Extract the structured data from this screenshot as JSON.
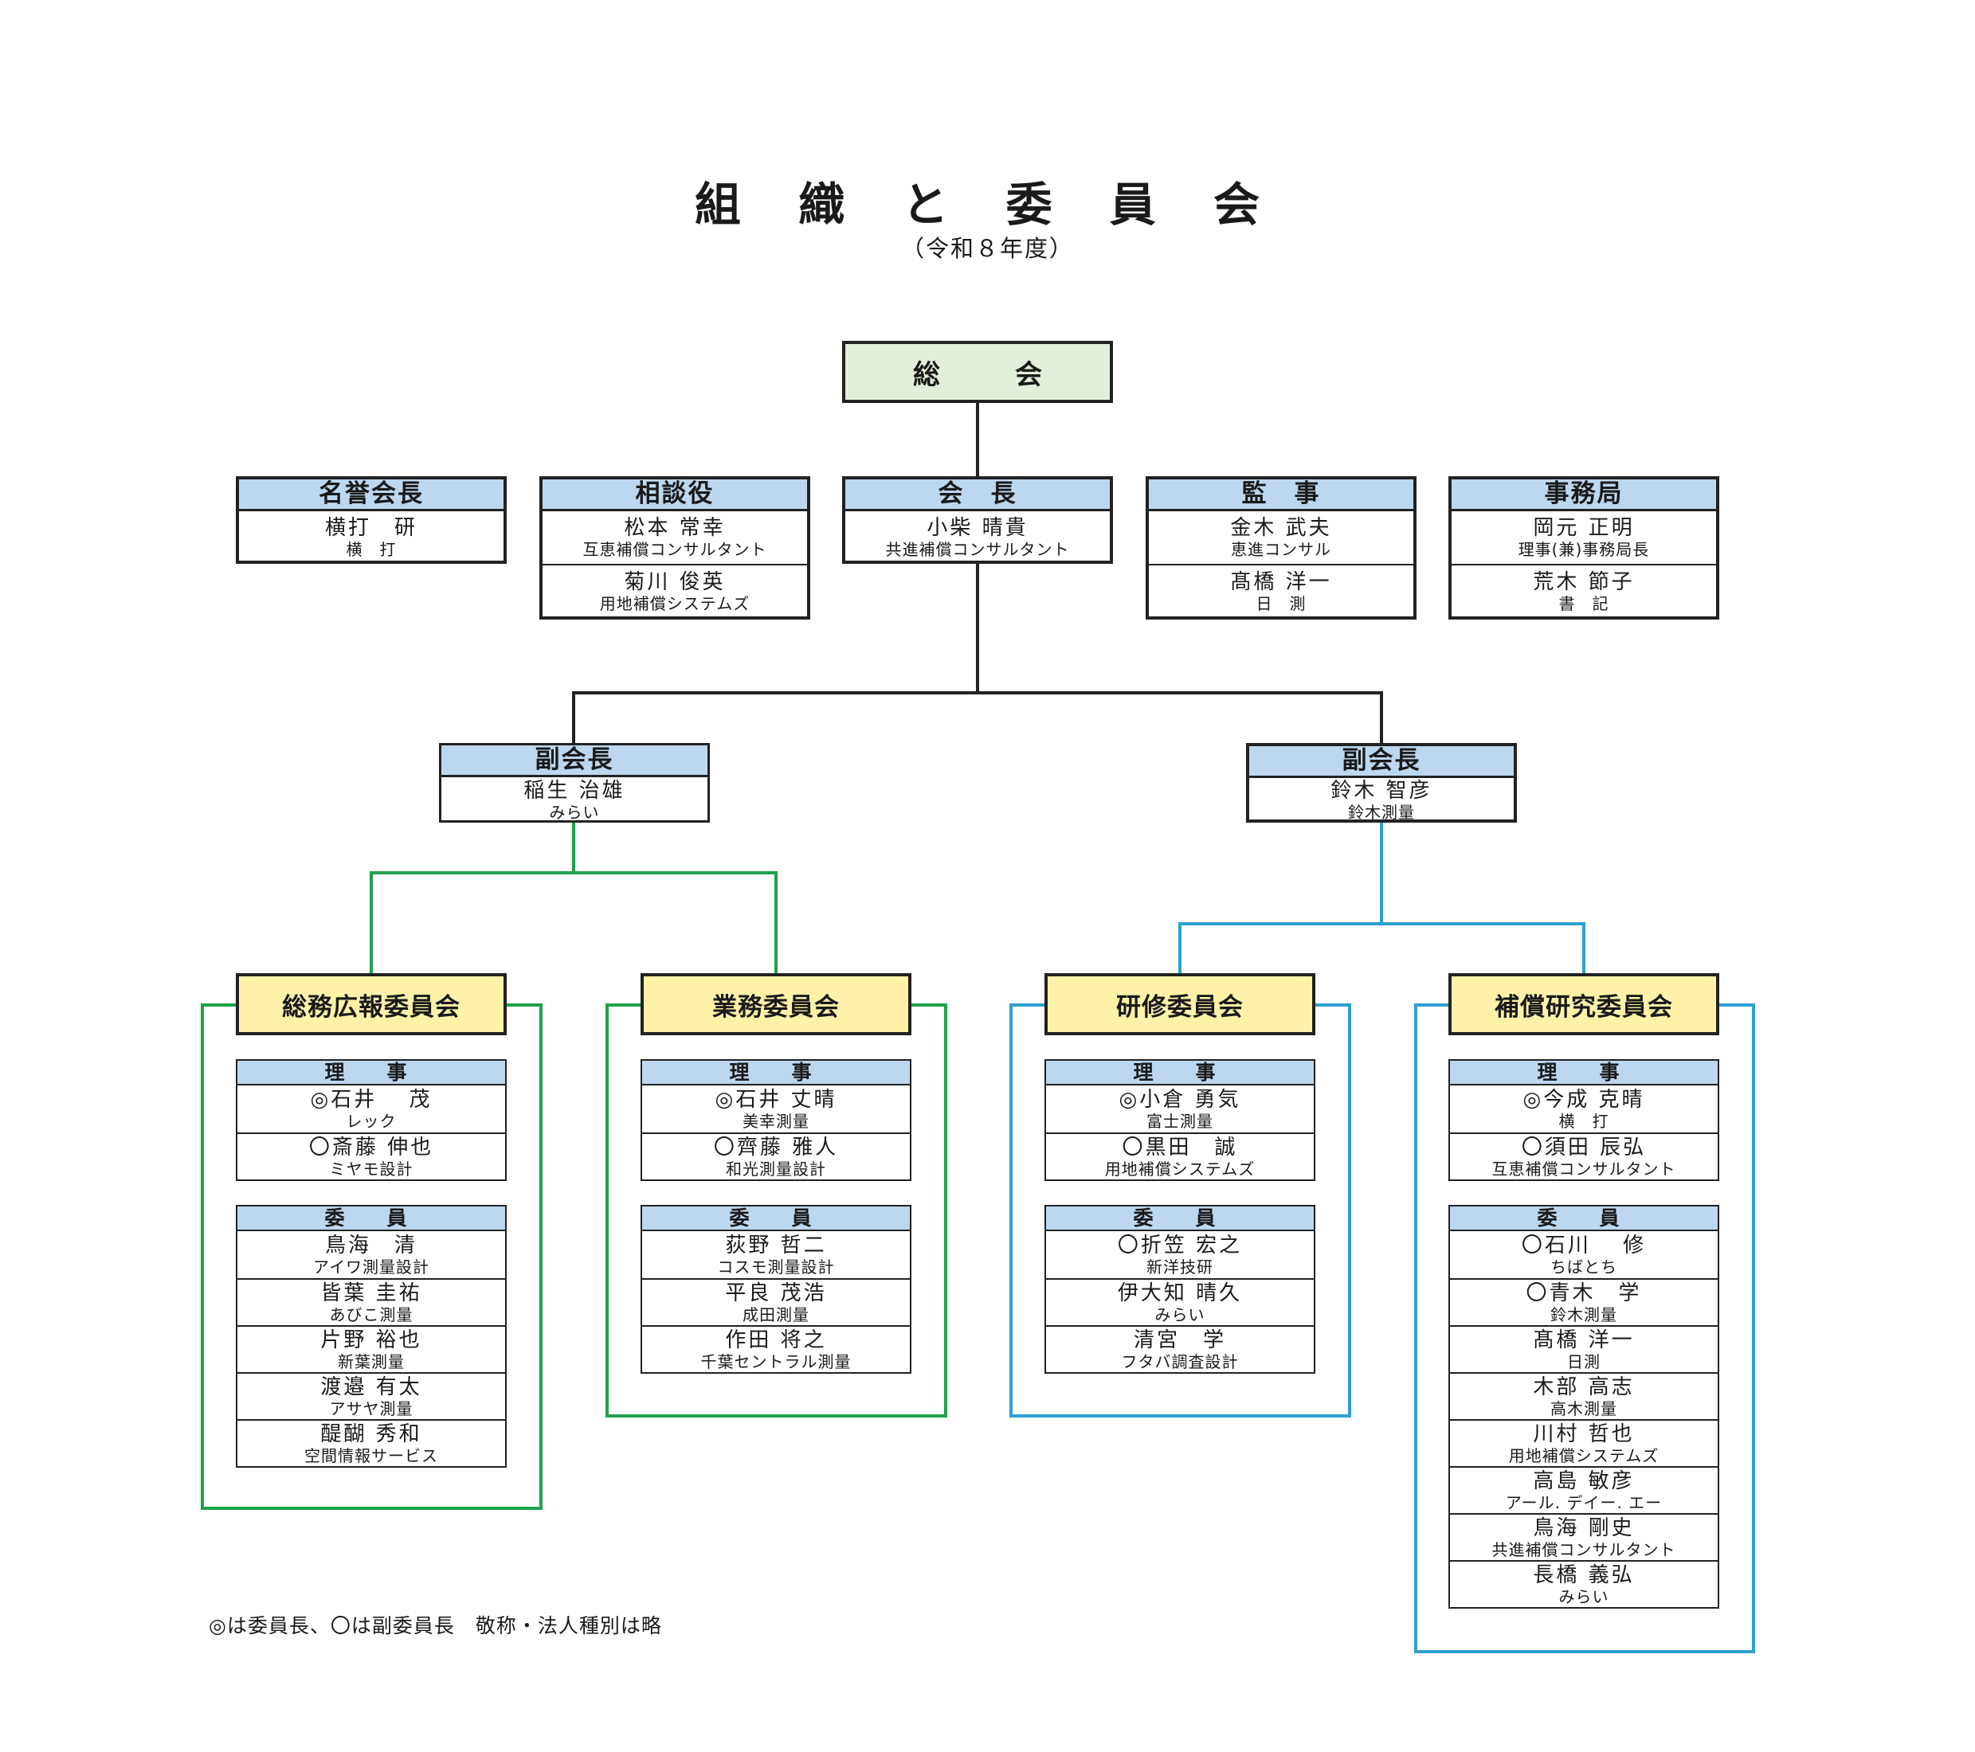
{
  "title": "組 織 と 委 員 会",
  "subtitle": "（令和８年度）",
  "general_assembly": "総　会",
  "colors": {
    "header_blue": "#bdd7ee",
    "general_green": "#e2efda",
    "committee_yellow": "#fff2a8",
    "line_green": "#1fa24a",
    "line_blue": "#2ea0d2",
    "line_black": "#222222"
  },
  "executives": {
    "honorary": {
      "title": "名誉会長",
      "members": [
        {
          "name": "横打　研",
          "affiliation": "横　打"
        }
      ]
    },
    "advisor": {
      "title": "相談役",
      "members": [
        {
          "name": "松本 常幸",
          "affiliation": "互恵補償コンサルタント"
        },
        {
          "name": "菊川 俊英",
          "affiliation": "用地補償システムズ"
        }
      ]
    },
    "president": {
      "title": "会　長",
      "members": [
        {
          "name": "小柴 晴貴",
          "affiliation": "共進補償コンサルタント"
        }
      ]
    },
    "auditor": {
      "title": "監　事",
      "members": [
        {
          "name": "金木 武夫",
          "affiliation": "恵進コンサル"
        },
        {
          "name": "髙橋 洋一",
          "affiliation": "日　測"
        }
      ]
    },
    "secretariat": {
      "title": "事務局",
      "members": [
        {
          "name": "岡元 正明",
          "affiliation": "理事(兼)事務局長"
        },
        {
          "name": "荒木 節子",
          "affiliation": "書　記"
        }
      ]
    }
  },
  "vice_presidents": [
    {
      "title": "副会長",
      "name": "稲生 治雄",
      "affiliation": "みらい"
    },
    {
      "title": "副会長",
      "name": "鈴木 智彦",
      "affiliation": "鈴木測量"
    }
  ],
  "committees": [
    {
      "name": "総務広報委員会",
      "directors_label": "理　事",
      "directors": [
        {
          "name": "◎石井　 茂",
          "affiliation": "レック"
        },
        {
          "name": "〇斎藤 伸也",
          "affiliation": "ミヤモ設計"
        }
      ],
      "members_label": "委　員",
      "members": [
        {
          "name": "鳥海　清",
          "affiliation": "アイワ測量設計"
        },
        {
          "name": "皆葉 圭祐",
          "affiliation": "あびこ測量"
        },
        {
          "name": "片野 裕也",
          "affiliation": "新葉測量"
        },
        {
          "name": "渡邉 有太",
          "affiliation": "アサヤ測量"
        },
        {
          "name": "醍醐 秀和",
          "affiliation": "空間情報サービス"
        }
      ]
    },
    {
      "name": "業務委員会",
      "directors_label": "理　事",
      "directors": [
        {
          "name": "◎石井 丈晴",
          "affiliation": "美幸測量"
        },
        {
          "name": "〇齊藤 雅人",
          "affiliation": "和光測量設計"
        }
      ],
      "members_label": "委　員",
      "members": [
        {
          "name": "荻野 哲二",
          "affiliation": "コスモ測量設計"
        },
        {
          "name": "平良 茂浩",
          "affiliation": "成田測量"
        },
        {
          "name": "作田 将之",
          "affiliation": "千葉セントラル測量"
        }
      ]
    },
    {
      "name": "研修委員会",
      "directors_label": "理　事",
      "directors": [
        {
          "name": "◎小倉 勇気",
          "affiliation": "富士測量"
        },
        {
          "name": "〇黒田　誠",
          "affiliation": "用地補償システムズ"
        }
      ],
      "members_label": "委　員",
      "members": [
        {
          "name": "〇折笠 宏之",
          "affiliation": "新洋技研"
        },
        {
          "name": "伊大知 晴久",
          "affiliation": "みらい"
        },
        {
          "name": "清宮　学",
          "affiliation": "フタバ調査設計"
        }
      ]
    },
    {
      "name": "補償研究委員会",
      "directors_label": "理　事",
      "directors": [
        {
          "name": "◎今成 克晴",
          "affiliation": "横　打"
        },
        {
          "name": "〇須田 辰弘",
          "affiliation": "互恵補償コンサルタント"
        }
      ],
      "members_label": "委　員",
      "members": [
        {
          "name": "〇石川　 修",
          "affiliation": "ちばとち"
        },
        {
          "name": "〇青木　学",
          "affiliation": "鈴木測量"
        },
        {
          "name": "髙橋 洋一",
          "affiliation": "日測"
        },
        {
          "name": "木部 高志",
          "affiliation": "高木測量"
        },
        {
          "name": "川村 哲也",
          "affiliation": "用地補償システムズ"
        },
        {
          "name": "高島 敏彦",
          "affiliation": "アール. デイー. エー"
        },
        {
          "name": "鳥海 剛史",
          "affiliation": "共進補償コンサルタント"
        },
        {
          "name": "長橋 義弘",
          "affiliation": "みらい"
        }
      ]
    }
  ],
  "footnote": "◎は委員長、〇は副委員長　敬称・法人種別は略"
}
